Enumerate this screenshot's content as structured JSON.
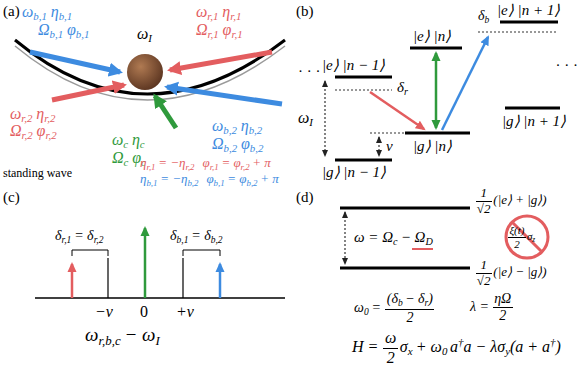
{
  "diagram": {
    "labels": [
      "(a)",
      "ω",
      "b,1",
      "η",
      "b,1",
      "Ω",
      "b,1",
      "φ",
      "b,1",
      "ω",
      "r,1",
      "η",
      "r,1",
      "Ω",
      "r,1",
      "φ",
      "r,1",
      "ω",
      "I",
      "ω",
      "r,2",
      "η",
      "r,2",
      "Ω",
      "r,2",
      "φ",
      "r,2",
      "ω",
      "c",
      "η",
      "c",
      "Ω",
      "c",
      "φ",
      "c",
      "ω",
      "b,2",
      "η",
      "b,2",
      "Ω",
      "b,2",
      "φ",
      "b,2",
      "standing wave",
      "η",
      "r,1",
      "= −η",
      "r,2",
      "φ",
      "r,1",
      "= φ",
      "r,2",
      "+ π",
      "η",
      "b,1",
      "= −η",
      "b,2",
      "φ",
      "b,1",
      "= φ",
      "b,2",
      "+ π",
      "(b)",
      "|e⟩ |n⟩",
      "|e⟩ |n − 1⟩",
      "δ",
      "r",
      "|e⟩ |n + 1⟩",
      "δ",
      "b",
      "· · ·",
      "ω",
      "I",
      "ν",
      "|g⟩ |n⟩",
      "|g⟩ |n − 1⟩",
      "|g⟩ |n + 1⟩",
      "· · ·",
      "(c)",
      "δ",
      "r,1",
      "= δ",
      "r,2",
      "δ",
      "b,1",
      "= δ",
      "b,2",
      "−ν",
      "0",
      "+ν",
      "ω",
      "r,b,c",
      "− ω",
      "I",
      "(d)",
      "1",
      "√2",
      "(|e⟩ + |g⟩)",
      "1",
      "√2",
      "(|e⟩ − |g⟩)",
      "ω = Ω",
      "c",
      "− Ω",
      "D",
      "ξ(t)",
      "2",
      "σ",
      "z",
      "ω",
      "0",
      "=",
      "(δ",
      "b",
      "− δ",
      "r",
      ")",
      "2",
      "λ =",
      "ηΩ",
      "2",
      "H =",
      "ω",
      "2",
      "σ",
      "x",
      "+ ω",
      "0",
      "a",
      "†",
      "a − λσ",
      "y",
      "(a + a",
      "†",
      ")"
    ]
  }
}
